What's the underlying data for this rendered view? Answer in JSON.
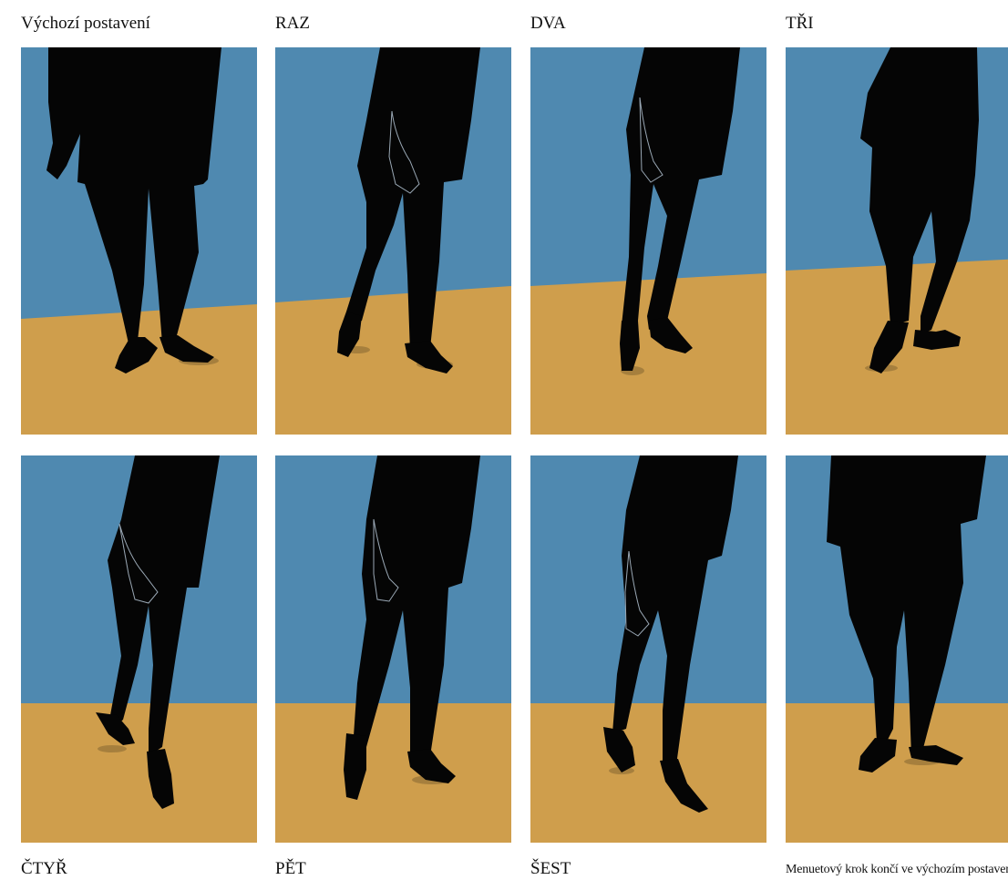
{
  "colors": {
    "wall": "#4f89b0",
    "floor": "#cf9e4c",
    "silhouette": "#050505",
    "shadow": "#8a6a33",
    "outline": "#9aa8b5"
  },
  "steps": [
    {
      "label": "Výchozí postavení"
    },
    {
      "label": "RAZ"
    },
    {
      "label": "DVA"
    },
    {
      "label": "TŘI"
    },
    {
      "label": "ČTYŘ"
    },
    {
      "label": "PĚT"
    },
    {
      "label": "ŠEST"
    },
    {
      "label": "Menuetový krok končí ve výchozím postavení"
    }
  ]
}
